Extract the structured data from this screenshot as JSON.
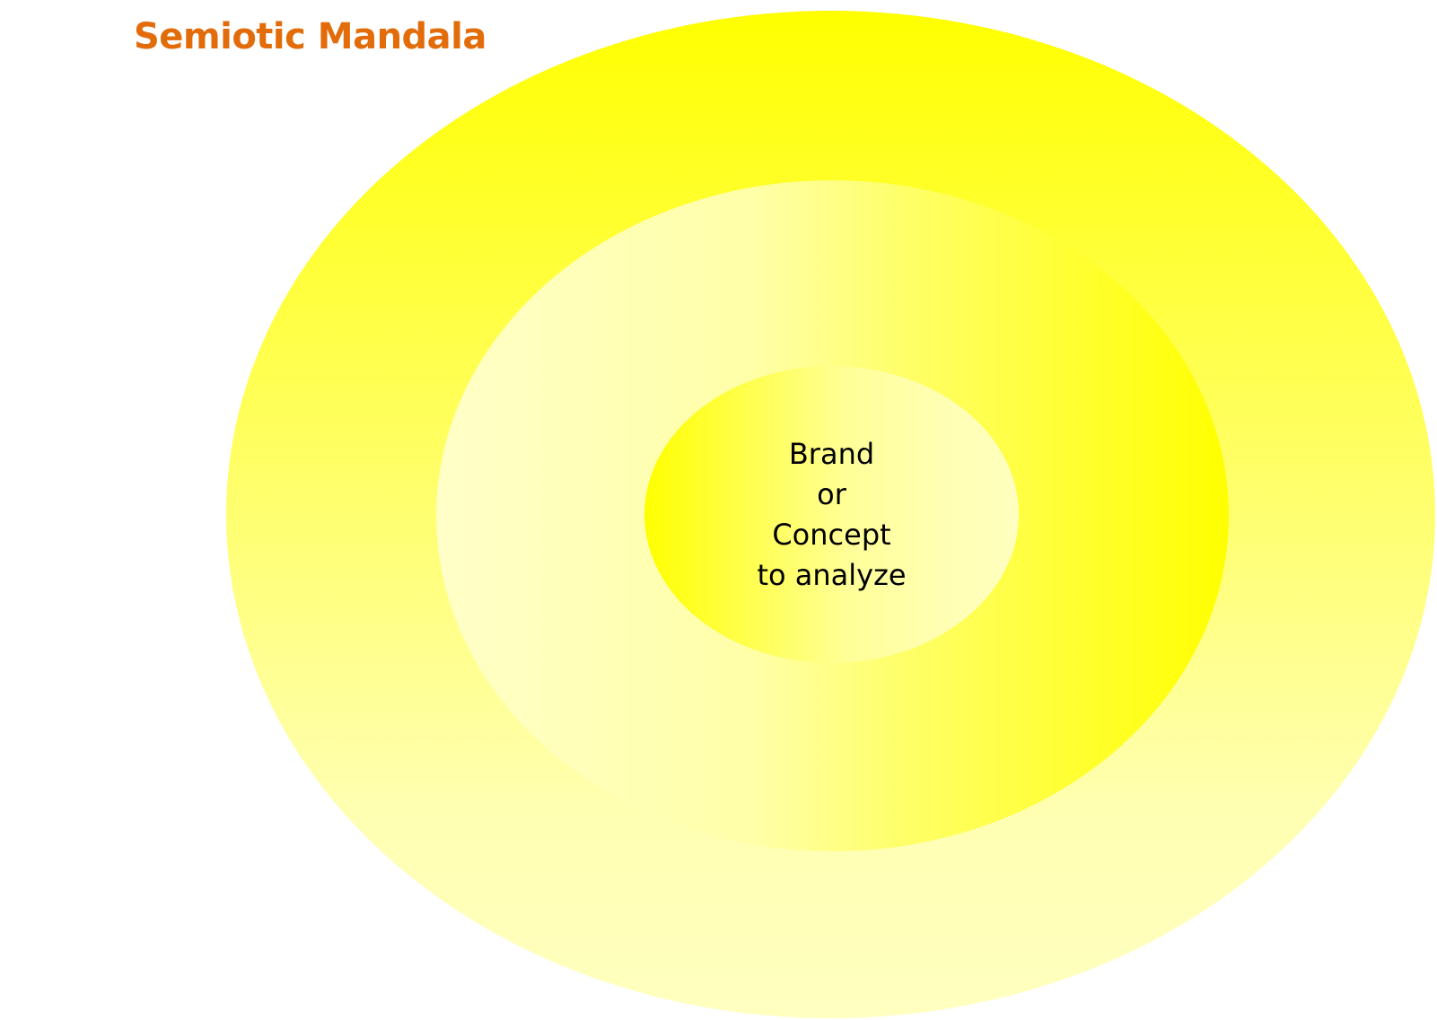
{
  "title": "Semiotic Mandala",
  "center_label": [
    "Brand",
    "or",
    "Concept",
    "to analyze"
  ],
  "colors": {
    "title": "#E36C0A",
    "ring_yellow": "#FFFF00",
    "ring_pale": "#FFFFC0",
    "text": "#000000"
  }
}
